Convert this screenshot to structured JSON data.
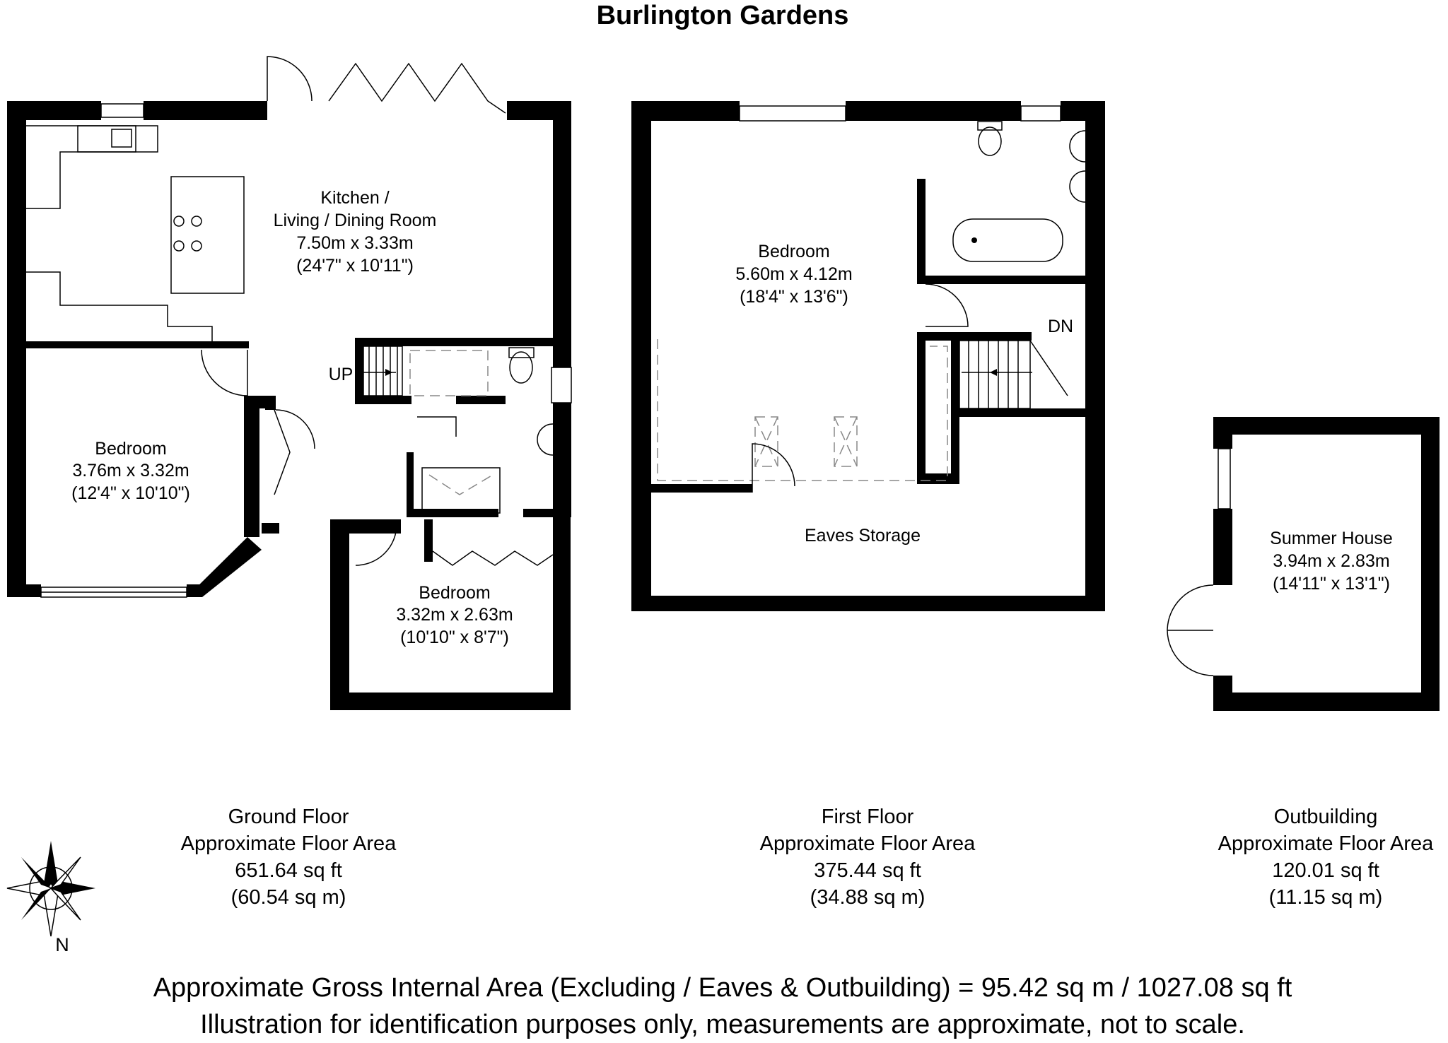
{
  "title": "Burlington Gardens",
  "rooms": {
    "kitchen": {
      "name_line1": "Kitchen /",
      "name_line2": "Living / Dining Room",
      "metric": "7.50m x 3.33m",
      "imperial": "(24'7\" x 10'11\")"
    },
    "ground_bedroom_left": {
      "name": "Bedroom",
      "metric": "3.76m x 3.32m",
      "imperial": "(12'4\" x 10'10\")"
    },
    "ground_bedroom_right": {
      "name": "Bedroom",
      "metric": "3.32m x 2.63m",
      "imperial": "(10'10\" x 8'7\")"
    },
    "first_bedroom": {
      "name": "Bedroom",
      "metric": "5.60m x 4.12m",
      "imperial": "(18'4\" x 13'6\")"
    },
    "eaves": {
      "name": "Eaves Storage"
    },
    "summer_house": {
      "name": "Summer House",
      "metric": "3.94m x 2.83m",
      "imperial": "(14'11\" x 13'1\")"
    }
  },
  "stair_labels": {
    "up": "UP",
    "down": "DN"
  },
  "floors": [
    {
      "name": "Ground Floor",
      "caption": "Approximate Floor Area",
      "sqft": "651.64 sq ft",
      "sqm": "(60.54 sq m)"
    },
    {
      "name": "First Floor",
      "caption": "Approximate Floor Area",
      "sqft": "375.44 sq ft",
      "sqm": "(34.88 sq m)"
    },
    {
      "name": "Outbuilding",
      "caption": "Approximate Floor Area",
      "sqft": "120.01 sq ft",
      "sqm": "(11.15 sq m)"
    }
  ],
  "compass": {
    "label": "N"
  },
  "footer": {
    "line1": "Approximate Gross Internal Area (Excluding / Eaves & Outbuilding) = 95.42 sq m / 1027.08 sq ft",
    "line2": "Illustration for identification purposes only, measurements are approximate, not to scale."
  },
  "colors": {
    "wall": "#000000",
    "background": "#ffffff",
    "dashed": "#888888"
  }
}
